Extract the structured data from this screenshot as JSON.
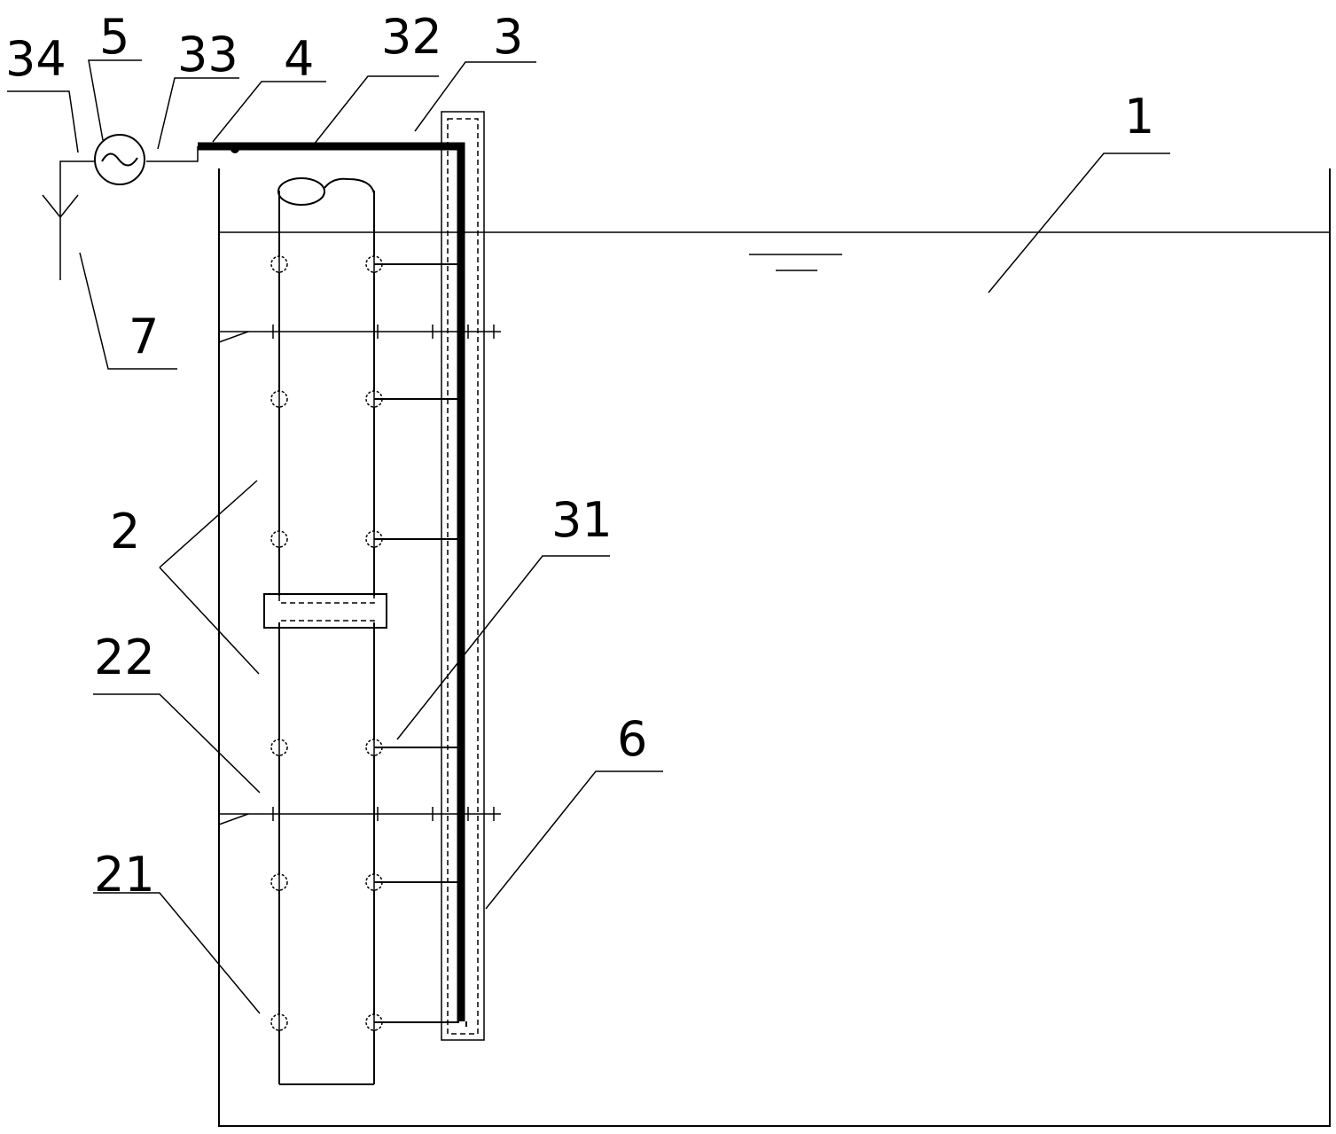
{
  "labels": {
    "l1": "1",
    "l2": "2",
    "l3": "3",
    "l4": "4",
    "l5": "5",
    "l6": "6",
    "l7": "7",
    "l21": "21",
    "l22": "22",
    "l31": "31",
    "l32": "32",
    "l33": "33",
    "l34": "34"
  }
}
